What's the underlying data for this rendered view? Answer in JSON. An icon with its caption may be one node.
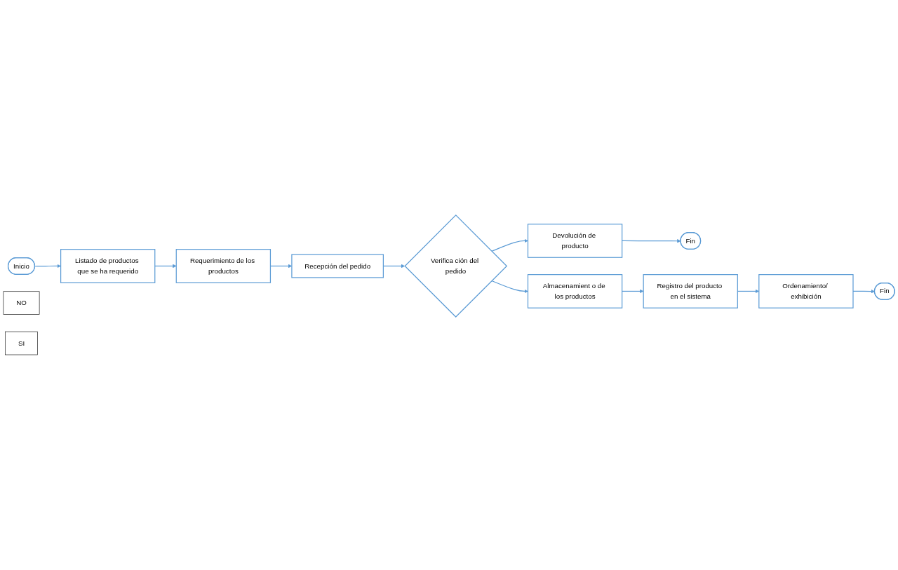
{
  "diagram": {
    "nodes": [
      {
        "text": [
          "Inicio"
        ]
      },
      {
        "text": [
          "Listado de productos que se ha requerido"
        ]
      },
      {
        "text": [
          "Requerimiento de los productos"
        ]
      },
      {
        "text": [
          "Recepción del pedido"
        ]
      },
      {
        "text": [
          "NO"
        ]
      },
      {
        "text": [
          "Verifica ción del pedido"
        ]
      },
      {
        "text": [
          "Devolución de producto"
        ]
      },
      {
        "text": [
          "Fin"
        ]
      },
      {
        "text": [
          "SI"
        ]
      },
      {
        "text": [
          "Almacenamient o de los productos"
        ]
      },
      {
        "text": [
          "Registro del producto en el sistema"
        ]
      },
      {
        "text": [
          "Ordenamiento/ exhibición"
        ]
      },
      {
        "text": [
          "Fin"
        ]
      }
    ],
    "edges": [
      {
        "from": 0,
        "to": 1,
        "arrow": "to"
      },
      {
        "from": 1,
        "to": 2,
        "arrow": "to"
      },
      {
        "from": 2,
        "to": 3,
        "arrow": "to"
      },
      {
        "from": 3,
        "to": 5,
        "arrow": "to"
      },
      {
        "from": 5,
        "to": 6,
        "arrow": "to"
      },
      {
        "from": 6,
        "to": 7,
        "arrow": "to"
      },
      {
        "from": 5,
        "to": 9,
        "arrow": "to"
      },
      {
        "from": 9,
        "to": 10,
        "arrow": "to"
      },
      {
        "from": 10,
        "to": 11,
        "arrow": "to"
      },
      {
        "from": 11,
        "to": 12,
        "arrow": "to"
      }
    ]
  }
}
